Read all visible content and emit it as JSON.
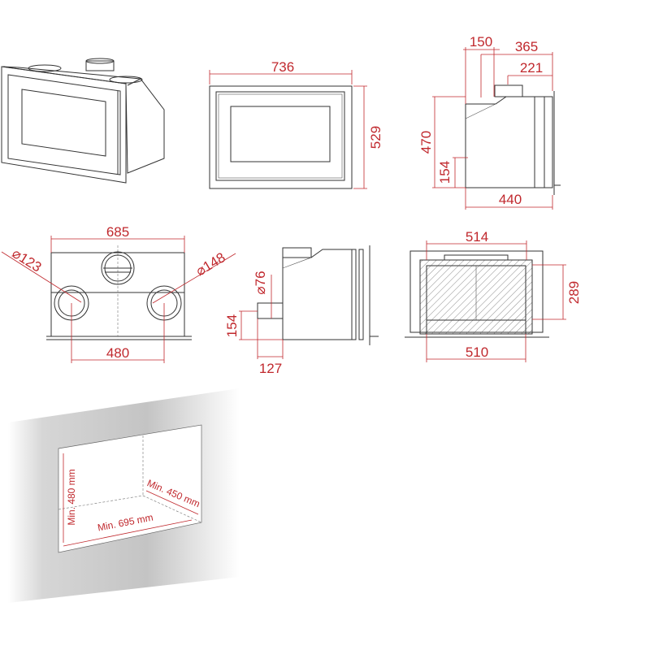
{
  "colors": {
    "dimension": "#c0282d",
    "line": "#333333"
  },
  "front_view": {
    "width": "736",
    "height": "529"
  },
  "side_view": {
    "d150": "150",
    "d365": "365",
    "d221": "221",
    "height": "470",
    "d154": "154",
    "depth": "440"
  },
  "rear_view": {
    "width": "685",
    "spacing": "480",
    "dia_left": "⌀123",
    "dia_right": "⌀148"
  },
  "side_section": {
    "dia": "⌀76",
    "d154": "154",
    "d127": "127"
  },
  "front_section": {
    "top": "514",
    "height": "289",
    "bottom": "510"
  },
  "niche": {
    "height": "Min. 480 mm",
    "depth": "Min. 450 mm",
    "width": "Min. 695 mm"
  }
}
